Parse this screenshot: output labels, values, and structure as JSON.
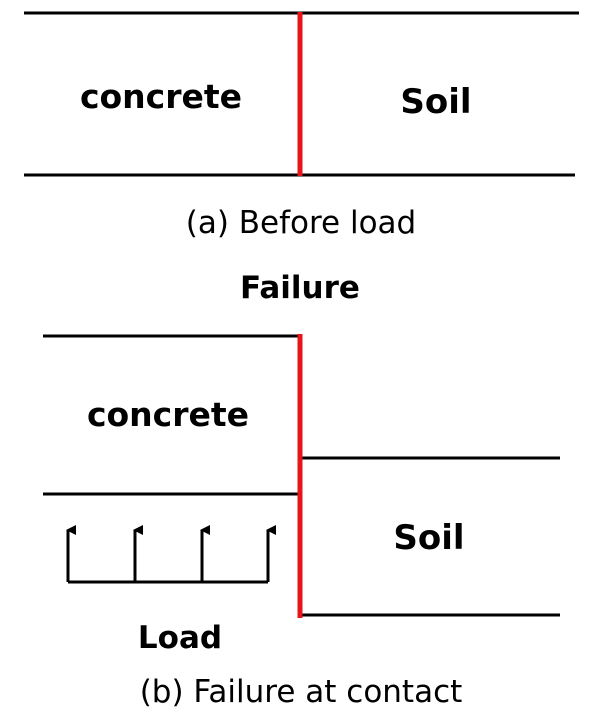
{
  "panel_a": {
    "left_material": "concrete",
    "right_material": "Soil",
    "caption": "(a) Before load"
  },
  "panel_b": {
    "failure_label": "Failure",
    "left_material": "concrete",
    "right_material": "Soil",
    "load_label": "Load",
    "load_arrow_count": 4,
    "caption": "(b) Failure at contact"
  },
  "colors": {
    "line": "#000000",
    "interface": "#e8141c"
  }
}
